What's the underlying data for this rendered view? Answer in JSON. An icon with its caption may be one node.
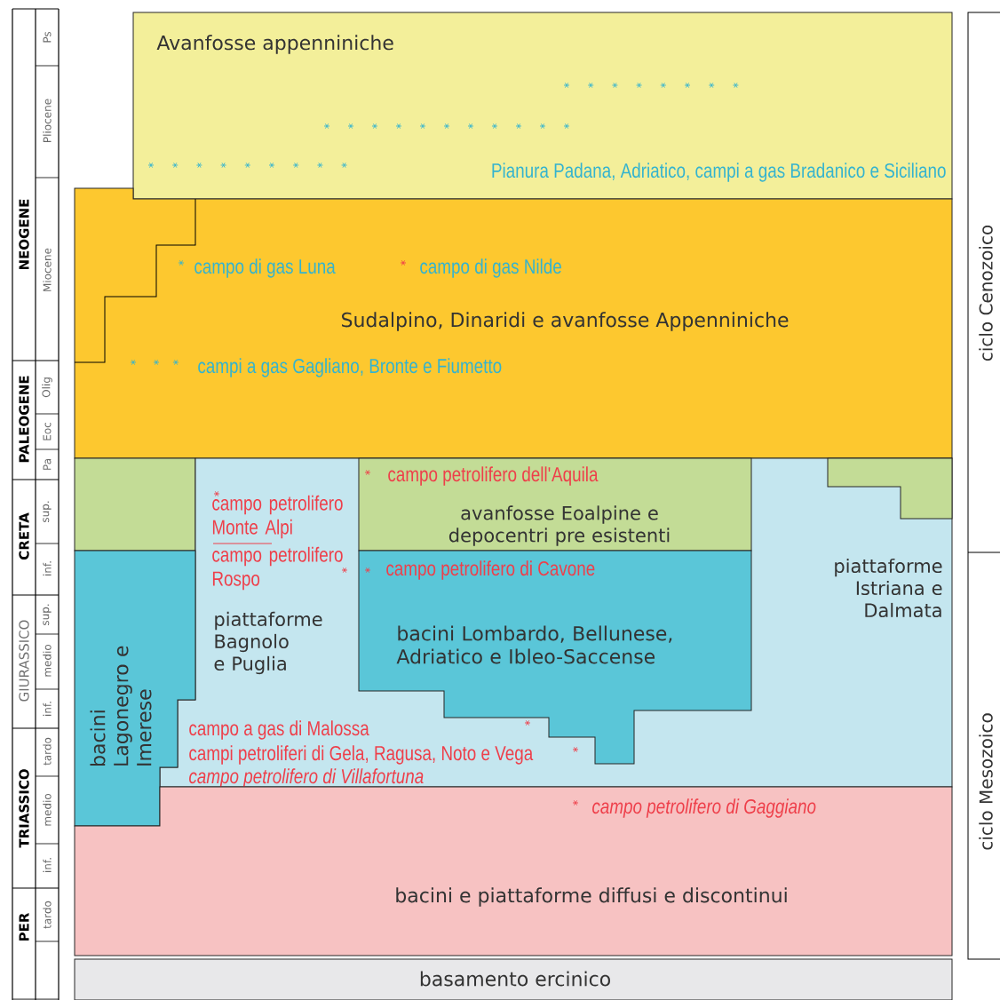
{
  "diagram": {
    "nodes": [
      {
        "text": [
          "Avanfosse appenniniche",
          "Pianura Padana, Adriatico, campi a gas Bradanico e Siciliano"
        ]
      },
      {
        "text": [
          "campo di gas Luna",
          "campo di gas Nilde",
          "Sudalpino, Dinaridi e avanfosse Appenniniche",
          "campi a gas Gagliano, Bronte e Fiumetto"
        ]
      },
      {
        "text": [],
        "shape": "box"
      },
      {
        "text": [
          "campo petrolifero Monte Alpi",
          "campo petrolifero Rospo",
          "piattaforme Bagnolo e Puglia",
          "piattaforme Istriana e Dalmata",
          "campo a gas di Malossa",
          "campi petroliferi di Gela, Ragusa, Noto e Vega",
          "campo petrolifero di Villafortuna"
        ]
      },
      {
        "text": [
          "campo petrolifero dell'Aquila",
          "avanfosse Eoalpine e depocentri pre esistenti"
        ],
        "in": 3
      },
      {
        "text": [],
        "shape": "box",
        "in": 3
      },
      {
        "text": [
          "campo petrolifero di Cavone",
          "bacini Lombardo, Bellunese, Adriatico e Ibleo-Saccense"
        ],
        "in": 3
      },
      {
        "text": [
          "bacini Lagonegro e Imerese"
        ]
      },
      {
        "text": [
          "campo petrolifero di Gaggiano",
          "bacini e piattaforme diffusi e discontinui"
        ]
      },
      {
        "text": [
          "basamento ercinico"
        ]
      }
    ],
    "labels": [
      "Ps",
      "Pliocene",
      "NEOGENE",
      "Miocene",
      "PALEOGENE",
      "Olig",
      "Eoc",
      "Pa",
      "CRETA",
      "sup.",
      "inf.",
      "GIURASSICO",
      "sup.",
      "medio",
      "inf.",
      "TRIASSICO",
      "tardo",
      "medio",
      "inf.",
      "PER",
      "tardo",
      "ciclo Cenozoico",
      "ciclo Mesozoico"
    ]
  }
}
